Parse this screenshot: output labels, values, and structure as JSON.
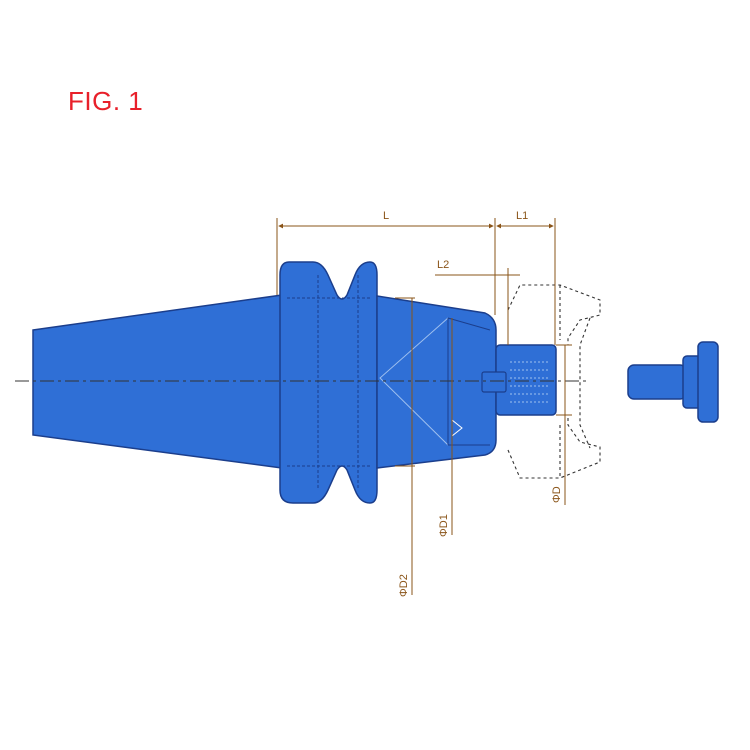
{
  "figure": {
    "title": "FIG. 1"
  },
  "dimensions": {
    "L": "L",
    "L1": "L1",
    "L2": "L2",
    "D1": "ΦD1",
    "D2": "ΦD2",
    "D": "ΦD"
  },
  "colors": {
    "body": "#2f6fd6",
    "outline": "#1b3e8c",
    "dimension": "#8a5418",
    "title": "#e8202a",
    "dashed": "#333333"
  }
}
